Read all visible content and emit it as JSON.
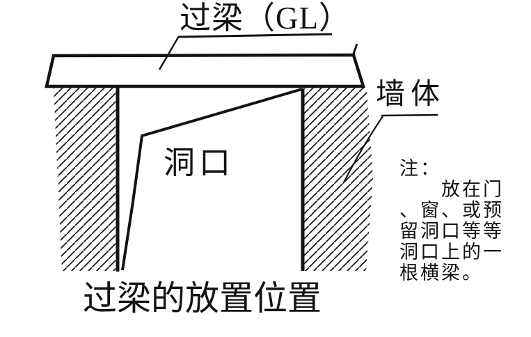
{
  "diagram": {
    "lintel_label": "过梁（GL）",
    "wall_label": "墙体",
    "opening_label": "洞口",
    "caption": "过梁的放置位置",
    "note": {
      "heading": "注：",
      "lines": [
        "　　放在门",
        "、窗、或预",
        "留洞口等等",
        "洞口上的一",
        "根横梁。"
      ]
    },
    "colors": {
      "line": "#131313",
      "background": "#ffffff"
    }
  }
}
